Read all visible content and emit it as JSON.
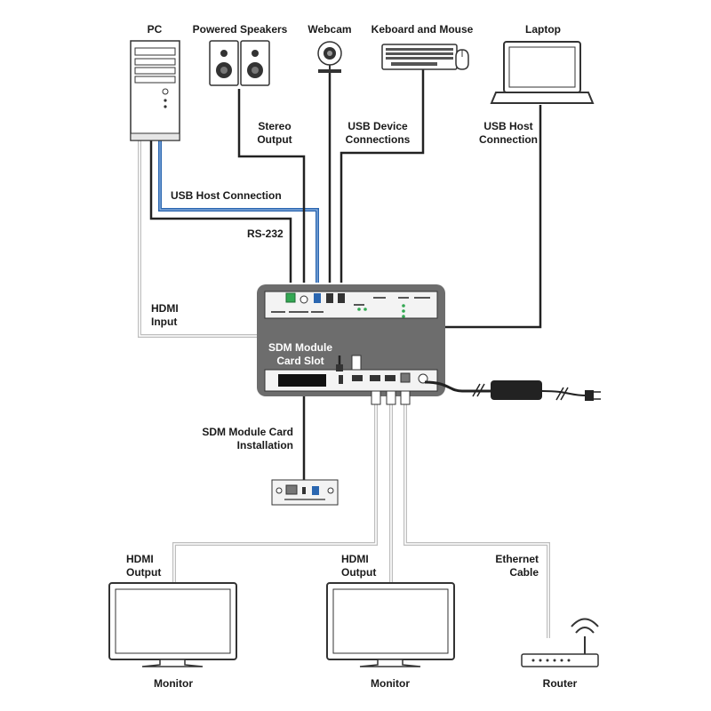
{
  "devices": {
    "pc": "PC",
    "speakers": "Powered Speakers",
    "webcam": "Webcam",
    "keyboard": "Keboard and Mouse",
    "laptop": "Laptop",
    "monitor_left": "Monitor",
    "monitor_right": "Monitor",
    "router": "Router"
  },
  "connections": {
    "stereo": [
      "Stereo",
      "Output"
    ],
    "usb_device": [
      "USB Device",
      "Connections"
    ],
    "usb_host_laptop": [
      "USB Host",
      "Connection"
    ],
    "usb_host_pc": "USB Host Connection",
    "rs232": "RS-232",
    "hdmi_input": [
      "HDMI",
      "Input"
    ],
    "sdm_slot": [
      "SDM Module",
      "Card Slot"
    ],
    "sdm_install": [
      "SDM Module Card",
      "Installation"
    ],
    "hdmi_output_left": [
      "HDMI",
      "Output"
    ],
    "hdmi_output_right": [
      "HDMI",
      "Output"
    ],
    "ethernet": [
      "Ethernet",
      "Cable"
    ]
  },
  "colors": {
    "cable_black": "#222222",
    "cable_blue": "#2a66b0",
    "cable_gray": "#bdbdbd",
    "chassis": "#6d6d6d",
    "rs232_terminal": "#33a853"
  }
}
